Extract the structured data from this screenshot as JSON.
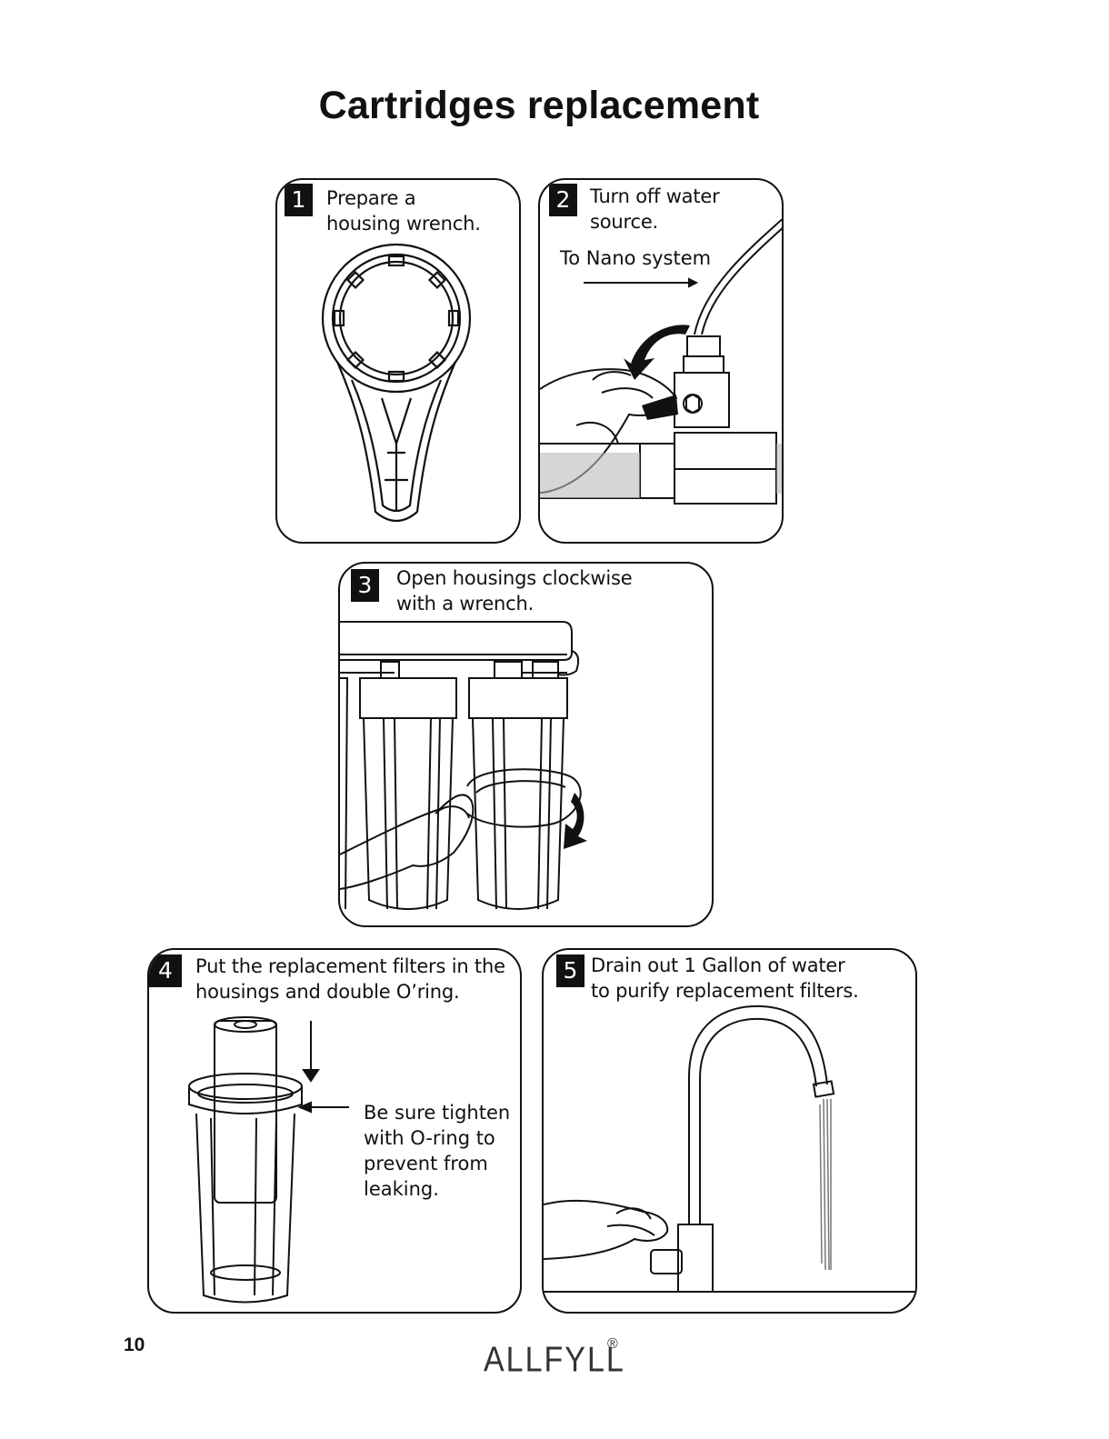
{
  "page": {
    "title": "Cartridges replacement",
    "page_number": "10",
    "brand": "ALLFYLL",
    "registered_mark": "®"
  },
  "steps": [
    {
      "number": "1",
      "lines": [
        "Prepare a",
        "housing wrench."
      ]
    },
    {
      "number": "2",
      "lines": [
        "Turn off water",
        "source."
      ],
      "label": "To Nano system"
    },
    {
      "number": "3",
      "lines": [
        "Open housings clockwise",
        "with a wrench."
      ]
    },
    {
      "number": "4",
      "lines": [
        "Put the replacement filters in the",
        "housings and double O’ring."
      ],
      "note": [
        "Be sure tighten",
        "with O-ring to",
        "prevent from",
        "leaking."
      ]
    },
    {
      "number": "5",
      "lines": [
        "Drain out 1 Gallon of water",
        "to purify replacement filters."
      ]
    }
  ],
  "icons": [
    "housing-wrench-icon",
    "valve-hand-icon",
    "filter-housings-icon",
    "cartridge-oring-icon",
    "faucet-icon"
  ]
}
